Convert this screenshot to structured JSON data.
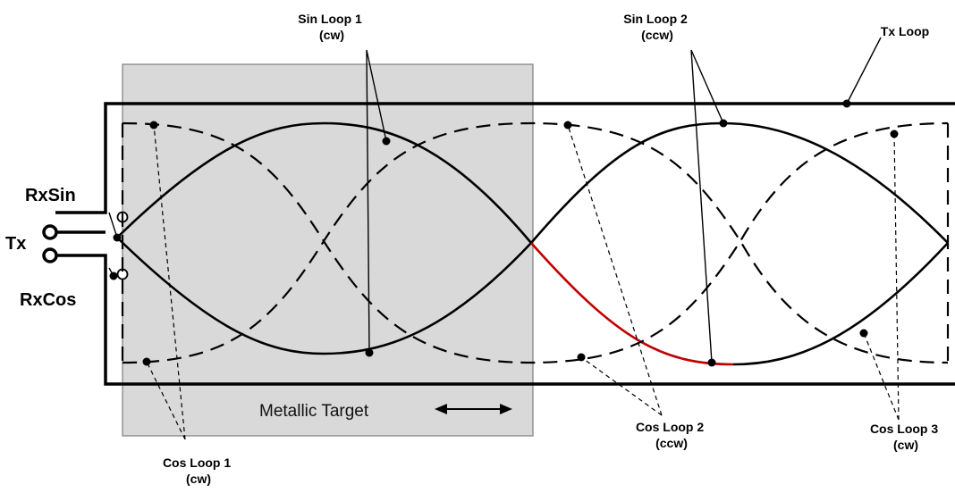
{
  "labels": {
    "tx": "Tx",
    "rx_sin": "RxSin",
    "rx_cos": "RxCos",
    "sin_loop_1": [
      "Sin Loop 1",
      "(cw)"
    ],
    "sin_loop_2": [
      "Sin Loop 2",
      "(ccw)"
    ],
    "tx_loop": "Tx Loop",
    "cos_loop_1": [
      "Cos Loop 1",
      "(cw)"
    ],
    "cos_loop_2": [
      "Cos Loop 2",
      "(ccw)"
    ],
    "cos_loop_3": [
      "Cos Loop 3",
      "(cw)"
    ],
    "metallic_target": "Metallic Target"
  },
  "colors": {
    "line": "#000000",
    "highlight": "#c00000",
    "target_fill": "#d9d9d9",
    "target_border": "#7f7f7f"
  }
}
